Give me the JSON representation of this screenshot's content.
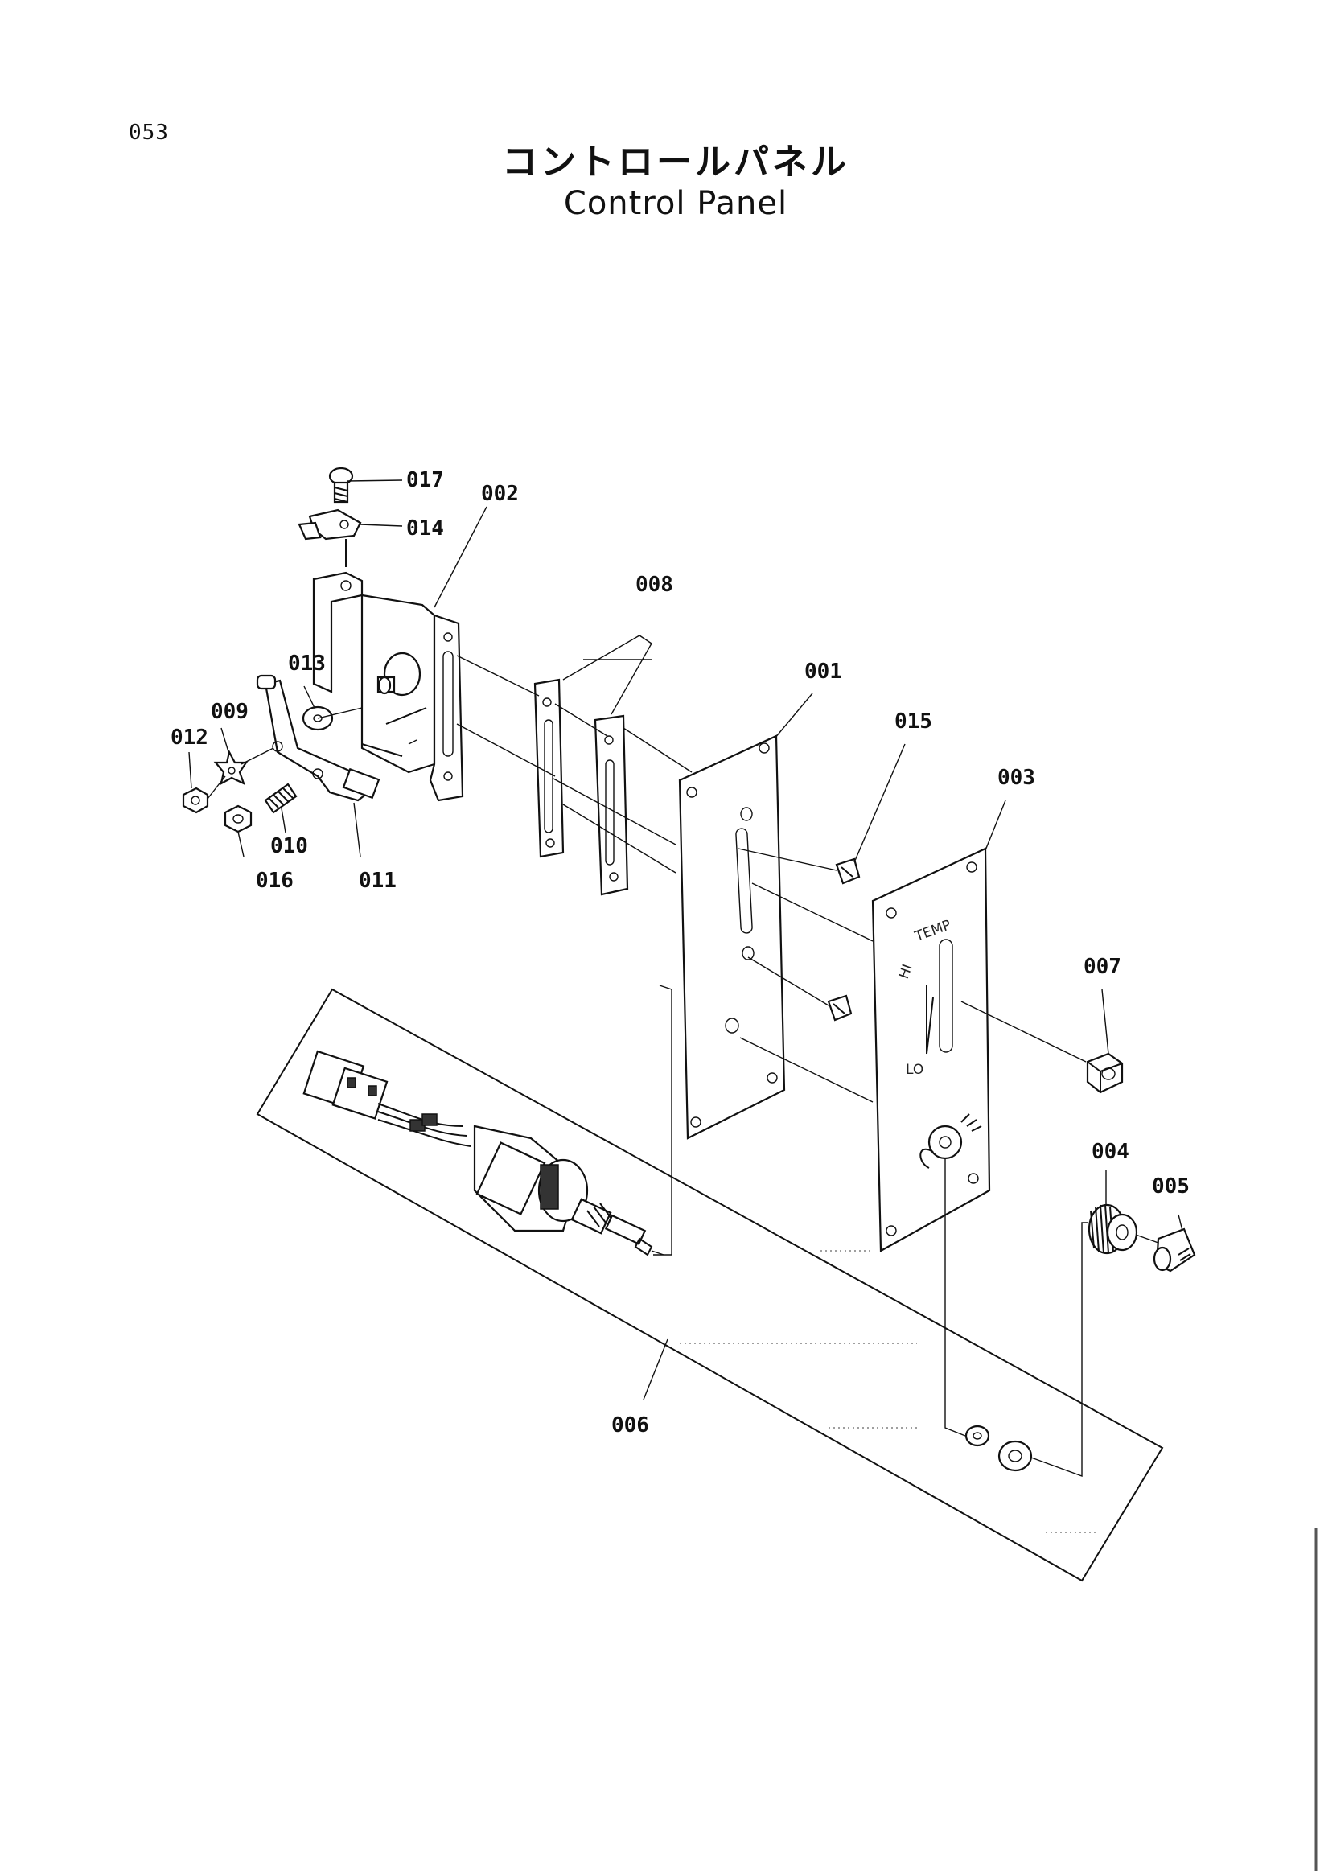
{
  "page_number": "053",
  "title_jp": "コントロールパネル",
  "title_en": "Control Panel",
  "panel_labels": {
    "temp": "TEMP",
    "hi": "HI",
    "lo": "LO"
  },
  "callouts": [
    {
      "id": "017"
    },
    {
      "id": "014"
    },
    {
      "id": "002"
    },
    {
      "id": "008"
    },
    {
      "id": "013"
    },
    {
      "id": "009"
    },
    {
      "id": "012"
    },
    {
      "id": "010"
    },
    {
      "id": "016"
    },
    {
      "id": "011"
    },
    {
      "id": "001"
    },
    {
      "id": "015"
    },
    {
      "id": "003"
    },
    {
      "id": "007"
    },
    {
      "id": "004"
    },
    {
      "id": "005"
    },
    {
      "id": "006"
    }
  ]
}
